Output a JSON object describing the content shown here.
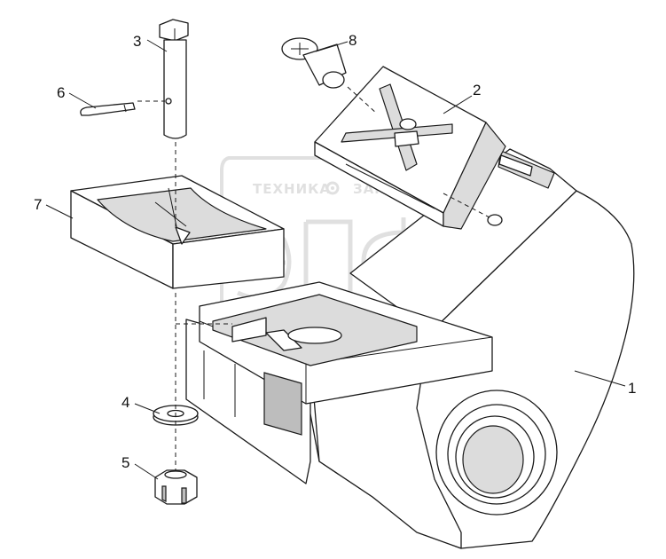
{
  "watermark": {
    "brand_left": "ТЕХНИКА",
    "brand_right": "ЗАПЧАСТИ",
    "logo_letters": "ЭПФ",
    "color": "#c8c8c8"
  },
  "callouts": [
    {
      "id": "1",
      "label": "1"
    },
    {
      "id": "2",
      "label": "2"
    },
    {
      "id": "3",
      "label": "3"
    },
    {
      "id": "4",
      "label": "4"
    },
    {
      "id": "5",
      "label": "5"
    },
    {
      "id": "6",
      "label": "6"
    },
    {
      "id": "7",
      "label": "7"
    },
    {
      "id": "8",
      "label": "8"
    }
  ]
}
